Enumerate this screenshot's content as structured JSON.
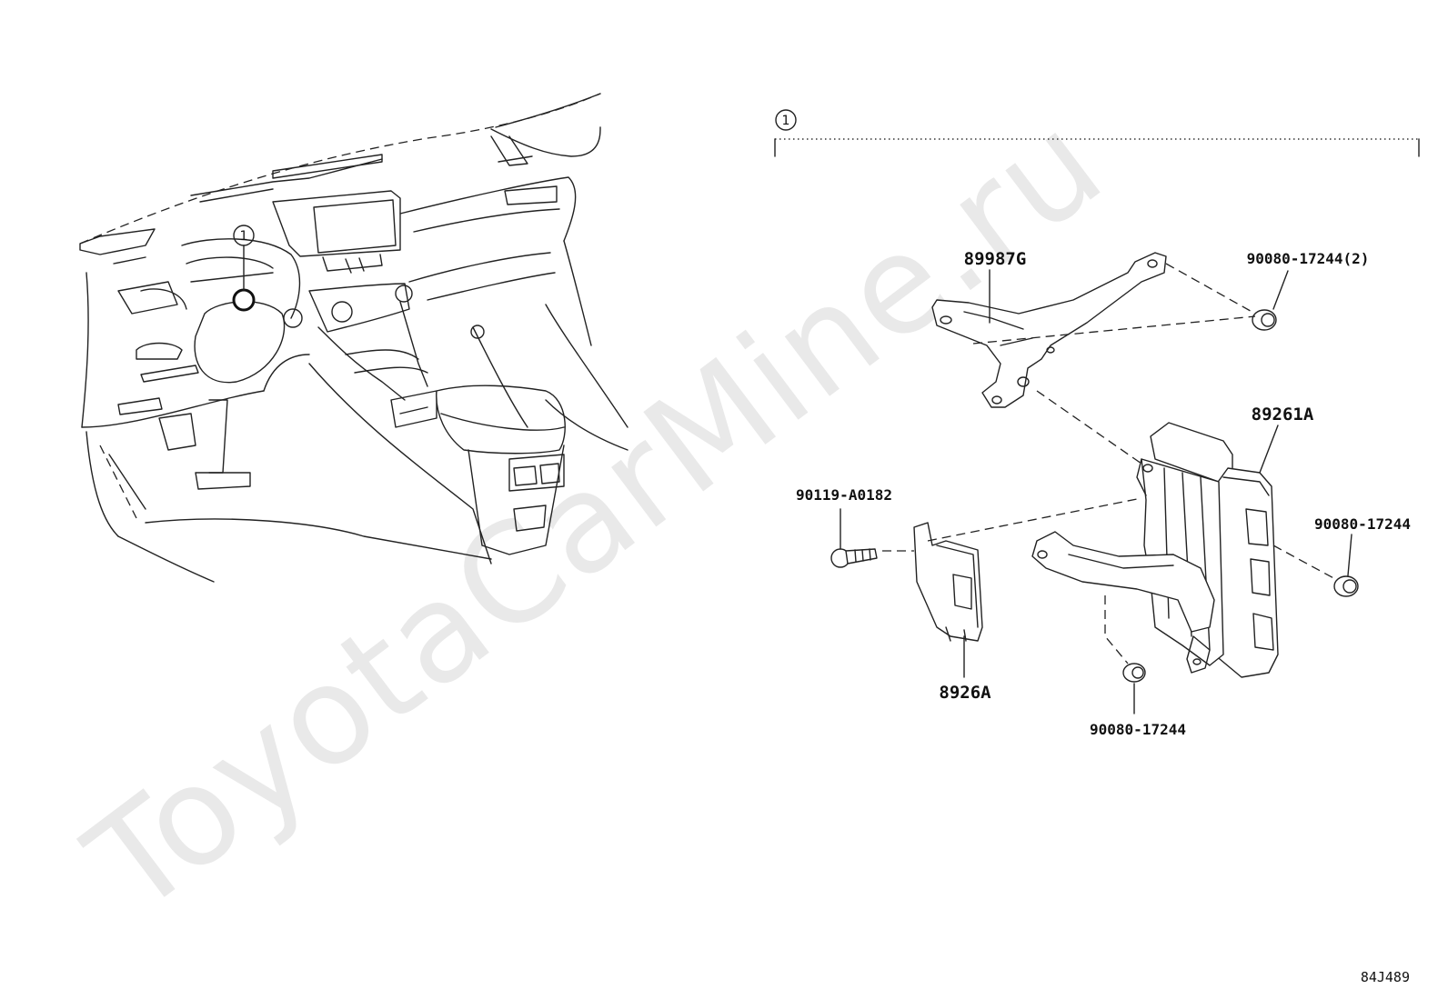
{
  "callouts": {
    "group": "1",
    "location": "1"
  },
  "parts": {
    "bracket_upper": "89987G",
    "computer_assembly": "89261A",
    "receiver": "8926A",
    "bolt": "90119-A0182",
    "nut_upper": "90080-17244(2)",
    "nut_right": "90080-17244",
    "nut_lower": "90080-17244"
  },
  "diagram_code": "84J489",
  "watermark": "ToyotaCarMine.ru"
}
